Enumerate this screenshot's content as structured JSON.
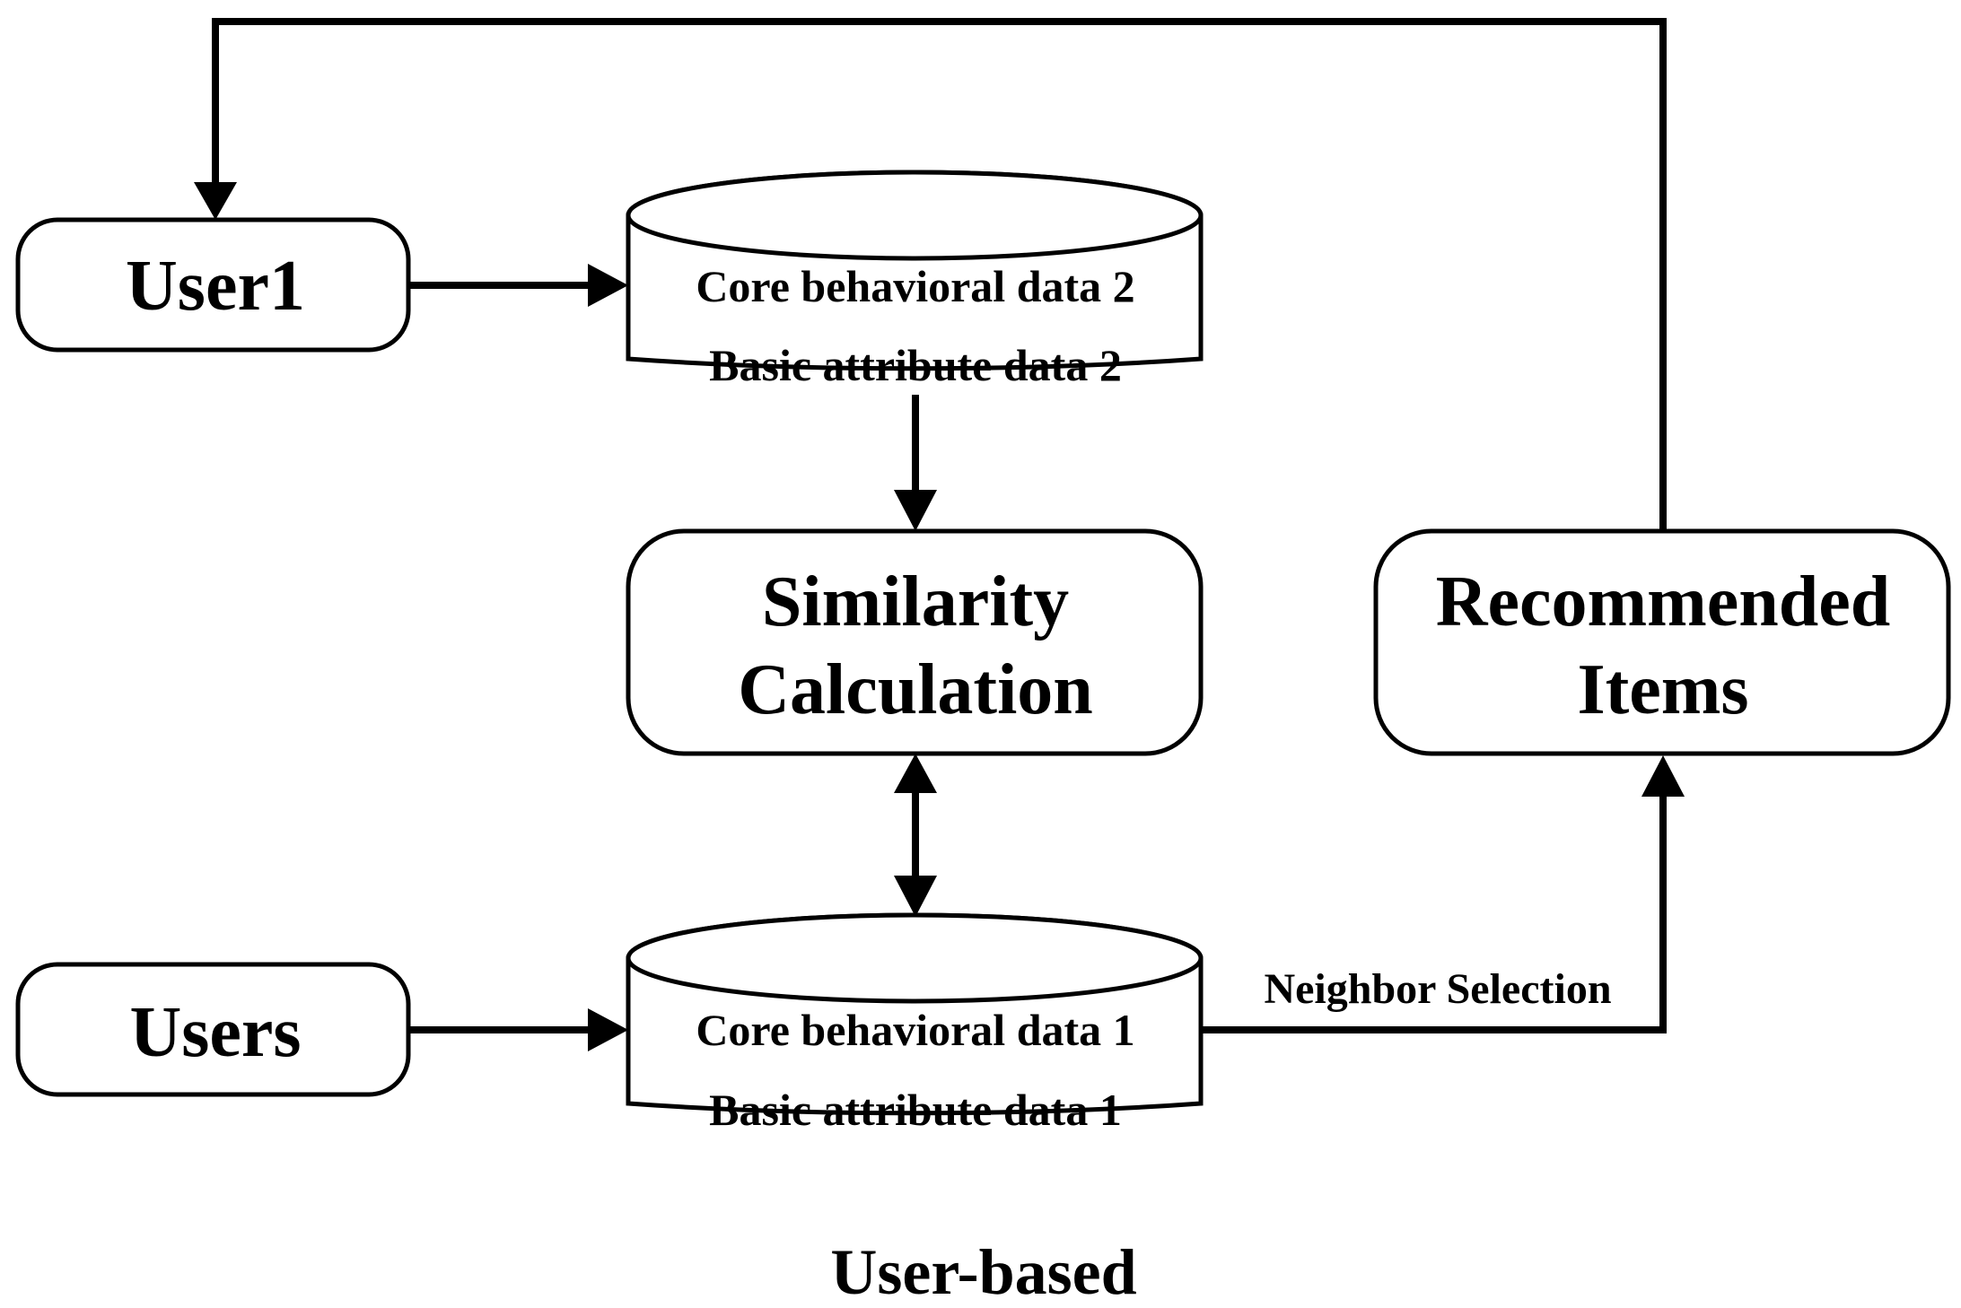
{
  "diagram": {
    "nodes": {
      "user1": {
        "label": "User1"
      },
      "users": {
        "label": "Users"
      },
      "similarity": {
        "line1": "Similarity",
        "line2": "Calculation"
      },
      "recommended": {
        "line1": "Recommended",
        "line2": "Items"
      },
      "db2": {
        "line1": "Core behavioral data 2",
        "line2": "Basic attribute data 2"
      },
      "db1": {
        "line1": "Core behavioral data 1",
        "line2": "Basic attribute data 1"
      }
    },
    "edges": {
      "neighbor_selection": {
        "label": "Neighbor Selection"
      }
    },
    "caption": "User-based"
  }
}
